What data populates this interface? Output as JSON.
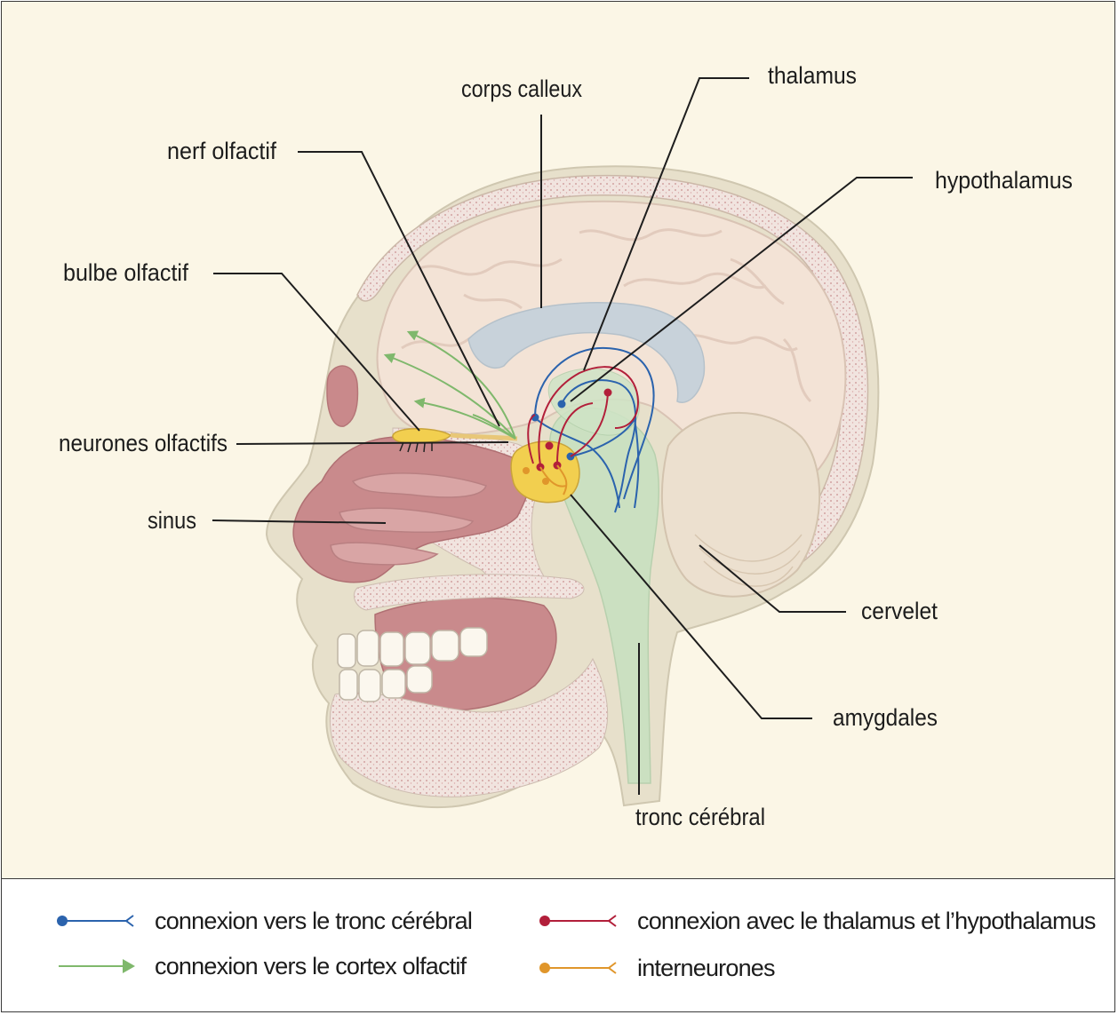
{
  "labels": {
    "corps_calleux": "corps calleux",
    "thalamus": "thalamus",
    "nerf_olfactif": "nerf olfactif",
    "hypothalamus": "hypothalamus",
    "bulbe_olfactif": "bulbe olfactif",
    "neurones_olfactifs": "neurones olfactifs",
    "sinus": "sinus",
    "cervelet": "cervelet",
    "amygdales": "amygdales",
    "tronc_cerebral": "tronc cérébral"
  },
  "legend": {
    "items": [
      {
        "label": "connexion vers le tronc cérébral",
        "color": "#2b63ad",
        "start": "dot",
        "end": "fork"
      },
      {
        "label": "connexion vers le cortex olfactif",
        "color": "#7fb86c",
        "start": "none",
        "end": "arrow"
      },
      {
        "label": "connexion avec le thalamus et l’hypothalamus",
        "color": "#b21f3a",
        "start": "dot",
        "end": "fork"
      },
      {
        "label": "interneurones",
        "color": "#e0962b",
        "start": "dot",
        "end": "fork"
      }
    ]
  },
  "colors": {
    "background": "#fbf6e6",
    "skin": "#e6dfc8",
    "brain": "#f3e2d5",
    "sinus": "#c9898b",
    "corpus_callosum": "#c9d4dc",
    "brainstem": "#c8e0c0",
    "amygdala": "#f2cf4f",
    "bone": "#ece2dc"
  }
}
